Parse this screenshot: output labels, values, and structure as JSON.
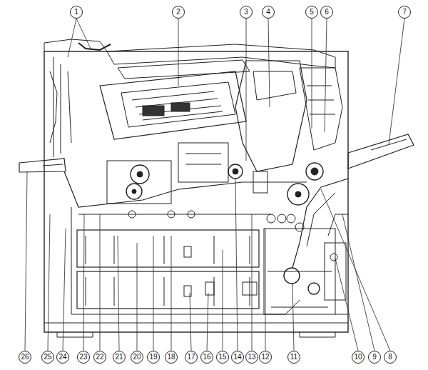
{
  "diagram": {
    "labels": [
      "1",
      "2",
      "3",
      "4",
      "5",
      "6",
      "7",
      "26",
      "25",
      "24",
      "23",
      "22",
      "21",
      "20",
      "19",
      "18",
      "17",
      "16",
      "15",
      "14",
      "13",
      "12",
      "11",
      "10",
      "9",
      "8"
    ]
  }
}
